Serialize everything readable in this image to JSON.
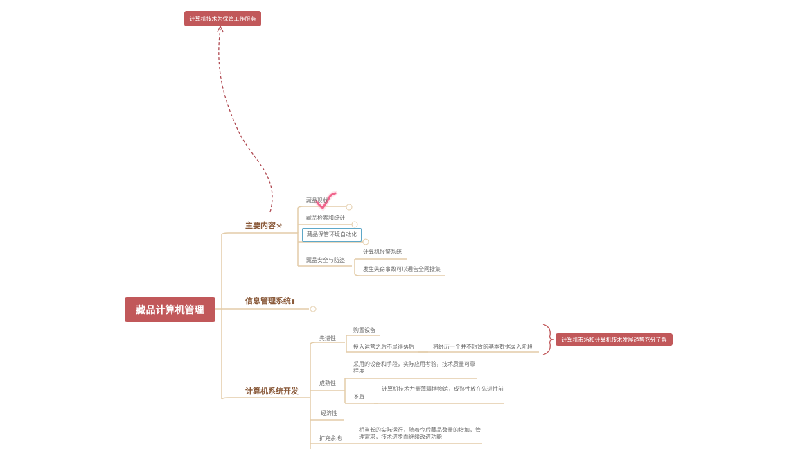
{
  "root": {
    "label": "藏品计算机管理"
  },
  "float_topic": {
    "label": "计算机技术为保管工作服务"
  },
  "summary_topic": {
    "label": "计算机市场和计算机技术发展趋势充分了解"
  },
  "branches": {
    "main": {
      "label": "主要内容",
      "icon": "tools-icon",
      "children": [
        "藏品现状...",
        "藏品检索和统计",
        "藏品保管环境自动化",
        "藏品安全与防盗"
      ],
      "security_children": [
        "计算机报警系统",
        "发生失窃事故可以通告全网搜集"
      ]
    },
    "info": {
      "label": "信息管理系统",
      "icon": "phone-icon"
    },
    "dev": {
      "label": "计算机系统开发",
      "advanced": {
        "label": "先进性",
        "items": [
          "购置设备",
          "投入运营之后不显得落后"
        ],
        "sub": "将经历一个并不短暂的基本数据录入阶段"
      },
      "maturity": {
        "label": "成熟性",
        "item1": "采用的设备和手段，实际应用考验，技术质量可靠程度",
        "contradiction": "矛盾",
        "contradiction_text": "计算机技术力量薄弱博物馆，成熟性放在先进性前"
      },
      "economy": {
        "label": "经济性"
      },
      "expand": {
        "label": "扩充余地",
        "text": "相当长的实际运行，随着今后藏品数量的增加，管理需求，技术进步而继续改进功能"
      }
    }
  },
  "colors": {
    "root": "#c1585a",
    "line": "#e3cca8",
    "dashed": "#b04a52",
    "select": "#5fa8c8"
  }
}
